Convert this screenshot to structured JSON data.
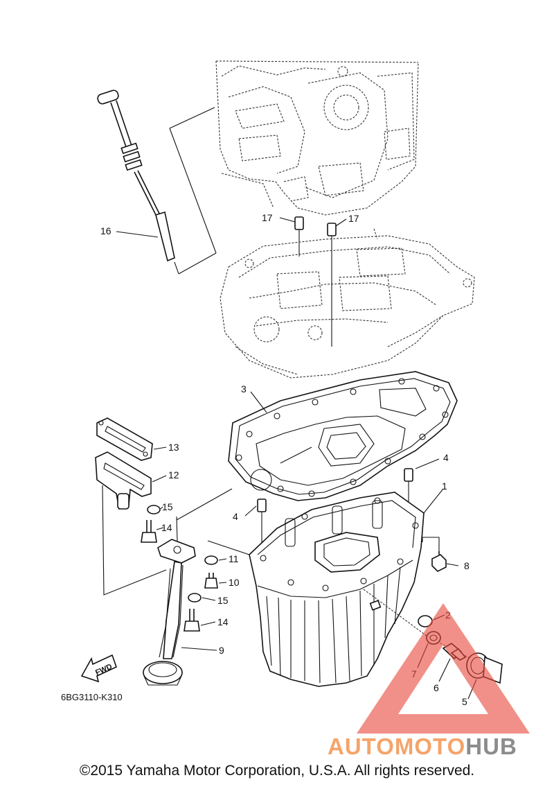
{
  "diagram": {
    "code": "6BG3110-K310",
    "fwd_label": "FWD",
    "callouts": [
      {
        "id": "1",
        "label": "1"
      },
      {
        "id": "2",
        "label": "2"
      },
      {
        "id": "3",
        "label": "3"
      },
      {
        "id": "4a",
        "label": "4"
      },
      {
        "id": "4b",
        "label": "4"
      },
      {
        "id": "5",
        "label": "5"
      },
      {
        "id": "6",
        "label": "6"
      },
      {
        "id": "7",
        "label": "7"
      },
      {
        "id": "8",
        "label": "8"
      },
      {
        "id": "9",
        "label": "9"
      },
      {
        "id": "10",
        "label": "10"
      },
      {
        "id": "11",
        "label": "11"
      },
      {
        "id": "12",
        "label": "12"
      },
      {
        "id": "13",
        "label": "13"
      },
      {
        "id": "14a",
        "label": "14"
      },
      {
        "id": "14b",
        "label": "14"
      },
      {
        "id": "15a",
        "label": "15"
      },
      {
        "id": "15b",
        "label": "15"
      },
      {
        "id": "16",
        "label": "16"
      },
      {
        "id": "17a",
        "label": "17"
      },
      {
        "id": "17b",
        "label": "17"
      }
    ]
  },
  "watermark": {
    "part1": "AUTOMOTO",
    "part2": "HUB",
    "color1": "#f5a46a",
    "color2": "#8c8c8c",
    "triangle_color": "#e8463a"
  },
  "footer": {
    "copyright": "©2015 Yamaha Motor Corporation, U.S.A. All rights reserved."
  }
}
